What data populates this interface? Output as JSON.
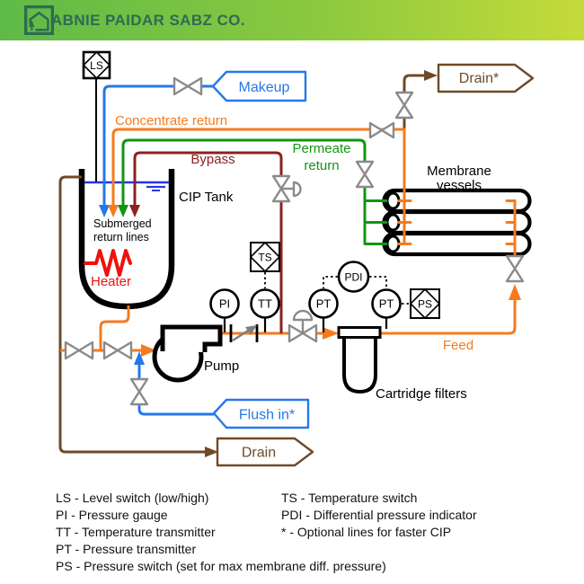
{
  "header": {
    "company_name": "ABNIE PAIDAR SABZ CO.",
    "logo": "house-pine-tree-logo",
    "colors": {
      "gradient_left": "#5eba47",
      "gradient_right": "#c5db3a",
      "brand": "#2e6b52"
    }
  },
  "colors": {
    "makeup_flush_blue": "#2678e8",
    "process_orange": "#f57b1e",
    "permeate_green": "#119611",
    "bypass_dark_red": "#8b2122",
    "drain_brown": "#6f4a27",
    "heater_red": "#ee1111",
    "valve_gray": "#8a8a8a",
    "water_blue": "#2337e5"
  },
  "equipment": {
    "cip_tank": "CIP Tank",
    "submerged_line1": "Submerged",
    "submerged_line2": "return lines",
    "heater": "Heater",
    "pump": "Pump",
    "membrane_line1": "Membrane",
    "membrane_line2": "vessels",
    "cartridge_filters": "Cartridge filters"
  },
  "streams": {
    "concentrate_return": "Concentrate return",
    "permeate_line1": "Permeate",
    "permeate_line2": "return",
    "bypass": "Bypass",
    "feed": "Feed"
  },
  "flags": {
    "makeup": "Makeup",
    "drain_top": "Drain*",
    "flush_in": "Flush in*",
    "drain_bottom": "Drain"
  },
  "instruments": {
    "ls": "LS",
    "pi": "PI",
    "tt": "TT",
    "ts": "TS",
    "pt_filter_in": "PT",
    "pdi": "PDI",
    "pt_filter_out": "PT",
    "ps": "PS"
  },
  "legend": {
    "left": [
      "LS - Level switch (low/high)",
      "PI - Pressure gauge",
      "TT - Temperature transmitter",
      "PT - Pressure transmitter",
      "PS - Pressure switch (set for max membrane diff. pressure)"
    ],
    "right": [
      "TS - Temperature switch",
      "PDI - Differential pressure indicator",
      "* - Optional lines for faster CIP"
    ]
  }
}
